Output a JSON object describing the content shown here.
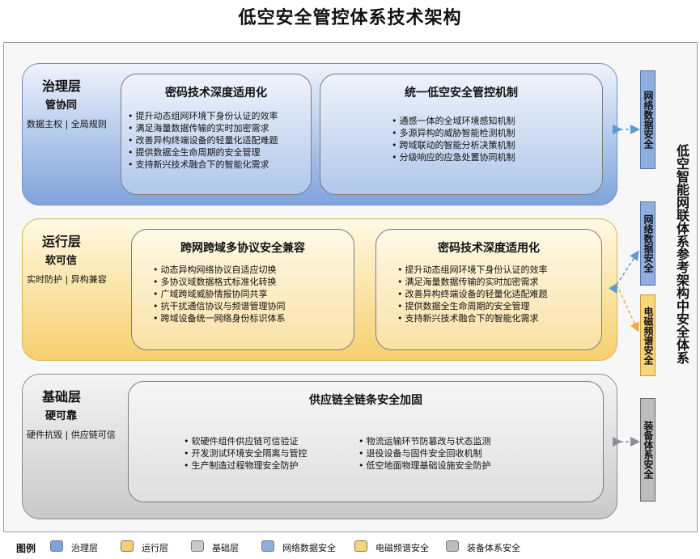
{
  "title": "低空安全管控体系技术架构",
  "vertical_title": "低空智能网联体系参考架构中安全体系",
  "colors": {
    "governance": "#7fa3dd",
    "operation": "#f7cf6e",
    "foundation": "#c9c9c9",
    "network_data": "#8eaee0",
    "electromagnetic": "#f9d57a",
    "equipment": "#bdbdbd"
  },
  "layers": {
    "governance": {
      "name": "治理层",
      "subtitle": "管协同",
      "desc": "数据主权 | 全局规则",
      "boxes": [
        {
          "title": "密码技术深度适用化",
          "items": [
            "提升动态组网环境下身份认证的效率",
            "满足海量数据传输的实时加密需求",
            "改善异构终端设备的轻量化适配难题",
            "提供数据全生命周期的安全管理",
            "支持新兴技术融合下的智能化需求"
          ]
        },
        {
          "title": "统一低空安全管控机制",
          "items": [
            "通感一体的全域环境感知机制",
            "多源异构的威胁智能检测机制",
            "跨域联动的智能分析决策机制",
            "分级响应的应急处置协同机制"
          ]
        }
      ]
    },
    "operation": {
      "name": "运行层",
      "subtitle": "软可信",
      "desc": "实时防护 | 异构兼容",
      "boxes": [
        {
          "title": "跨网跨域多协议安全兼容",
          "items": [
            "动态异构网络协议自适应切换",
            "多协议域数据格式标准化转换",
            "广域跨域威胁情报协同共享",
            "抗干扰通信协议与频谱管理协同",
            "跨域设备统一网络身份标识体系"
          ]
        },
        {
          "title": "密码技术深度适用化",
          "items": [
            "提升动态组网环境下身份认证的效率",
            "满足海量数据传输的实时加密需求",
            "改善异构终端设备的轻量化适配难题",
            "提供数据全生命周期的安全管理",
            "支持新兴技术融合下的智能化需求"
          ]
        }
      ]
    },
    "foundation": {
      "name": "基础层",
      "subtitle": "硬可靠",
      "desc": "硬件抗毁 | 供应链可信",
      "box": {
        "title": "供应链全链条安全加固",
        "left_items": [
          "软硬件组件供应链可信验证",
          "开发测试环境安全隔离与管控",
          "生产制造过程物理安全防护"
        ],
        "right_items": [
          "物流运输环节防篡改与状态监测",
          "退役设备与固件安全回收机制",
          "低空地面物理基础设施安全防护"
        ]
      }
    }
  },
  "side_labels": {
    "network_top": "网络数据安全",
    "network_mid": "网络数据安全",
    "electromagnetic": "电磁频谱安全",
    "equipment": "装备体系安全"
  },
  "legend": {
    "title": "图例",
    "items": [
      "治理层",
      "运行层",
      "基础层",
      "网络数据安全",
      "电磁频谱安全",
      "装备体系安全"
    ]
  }
}
